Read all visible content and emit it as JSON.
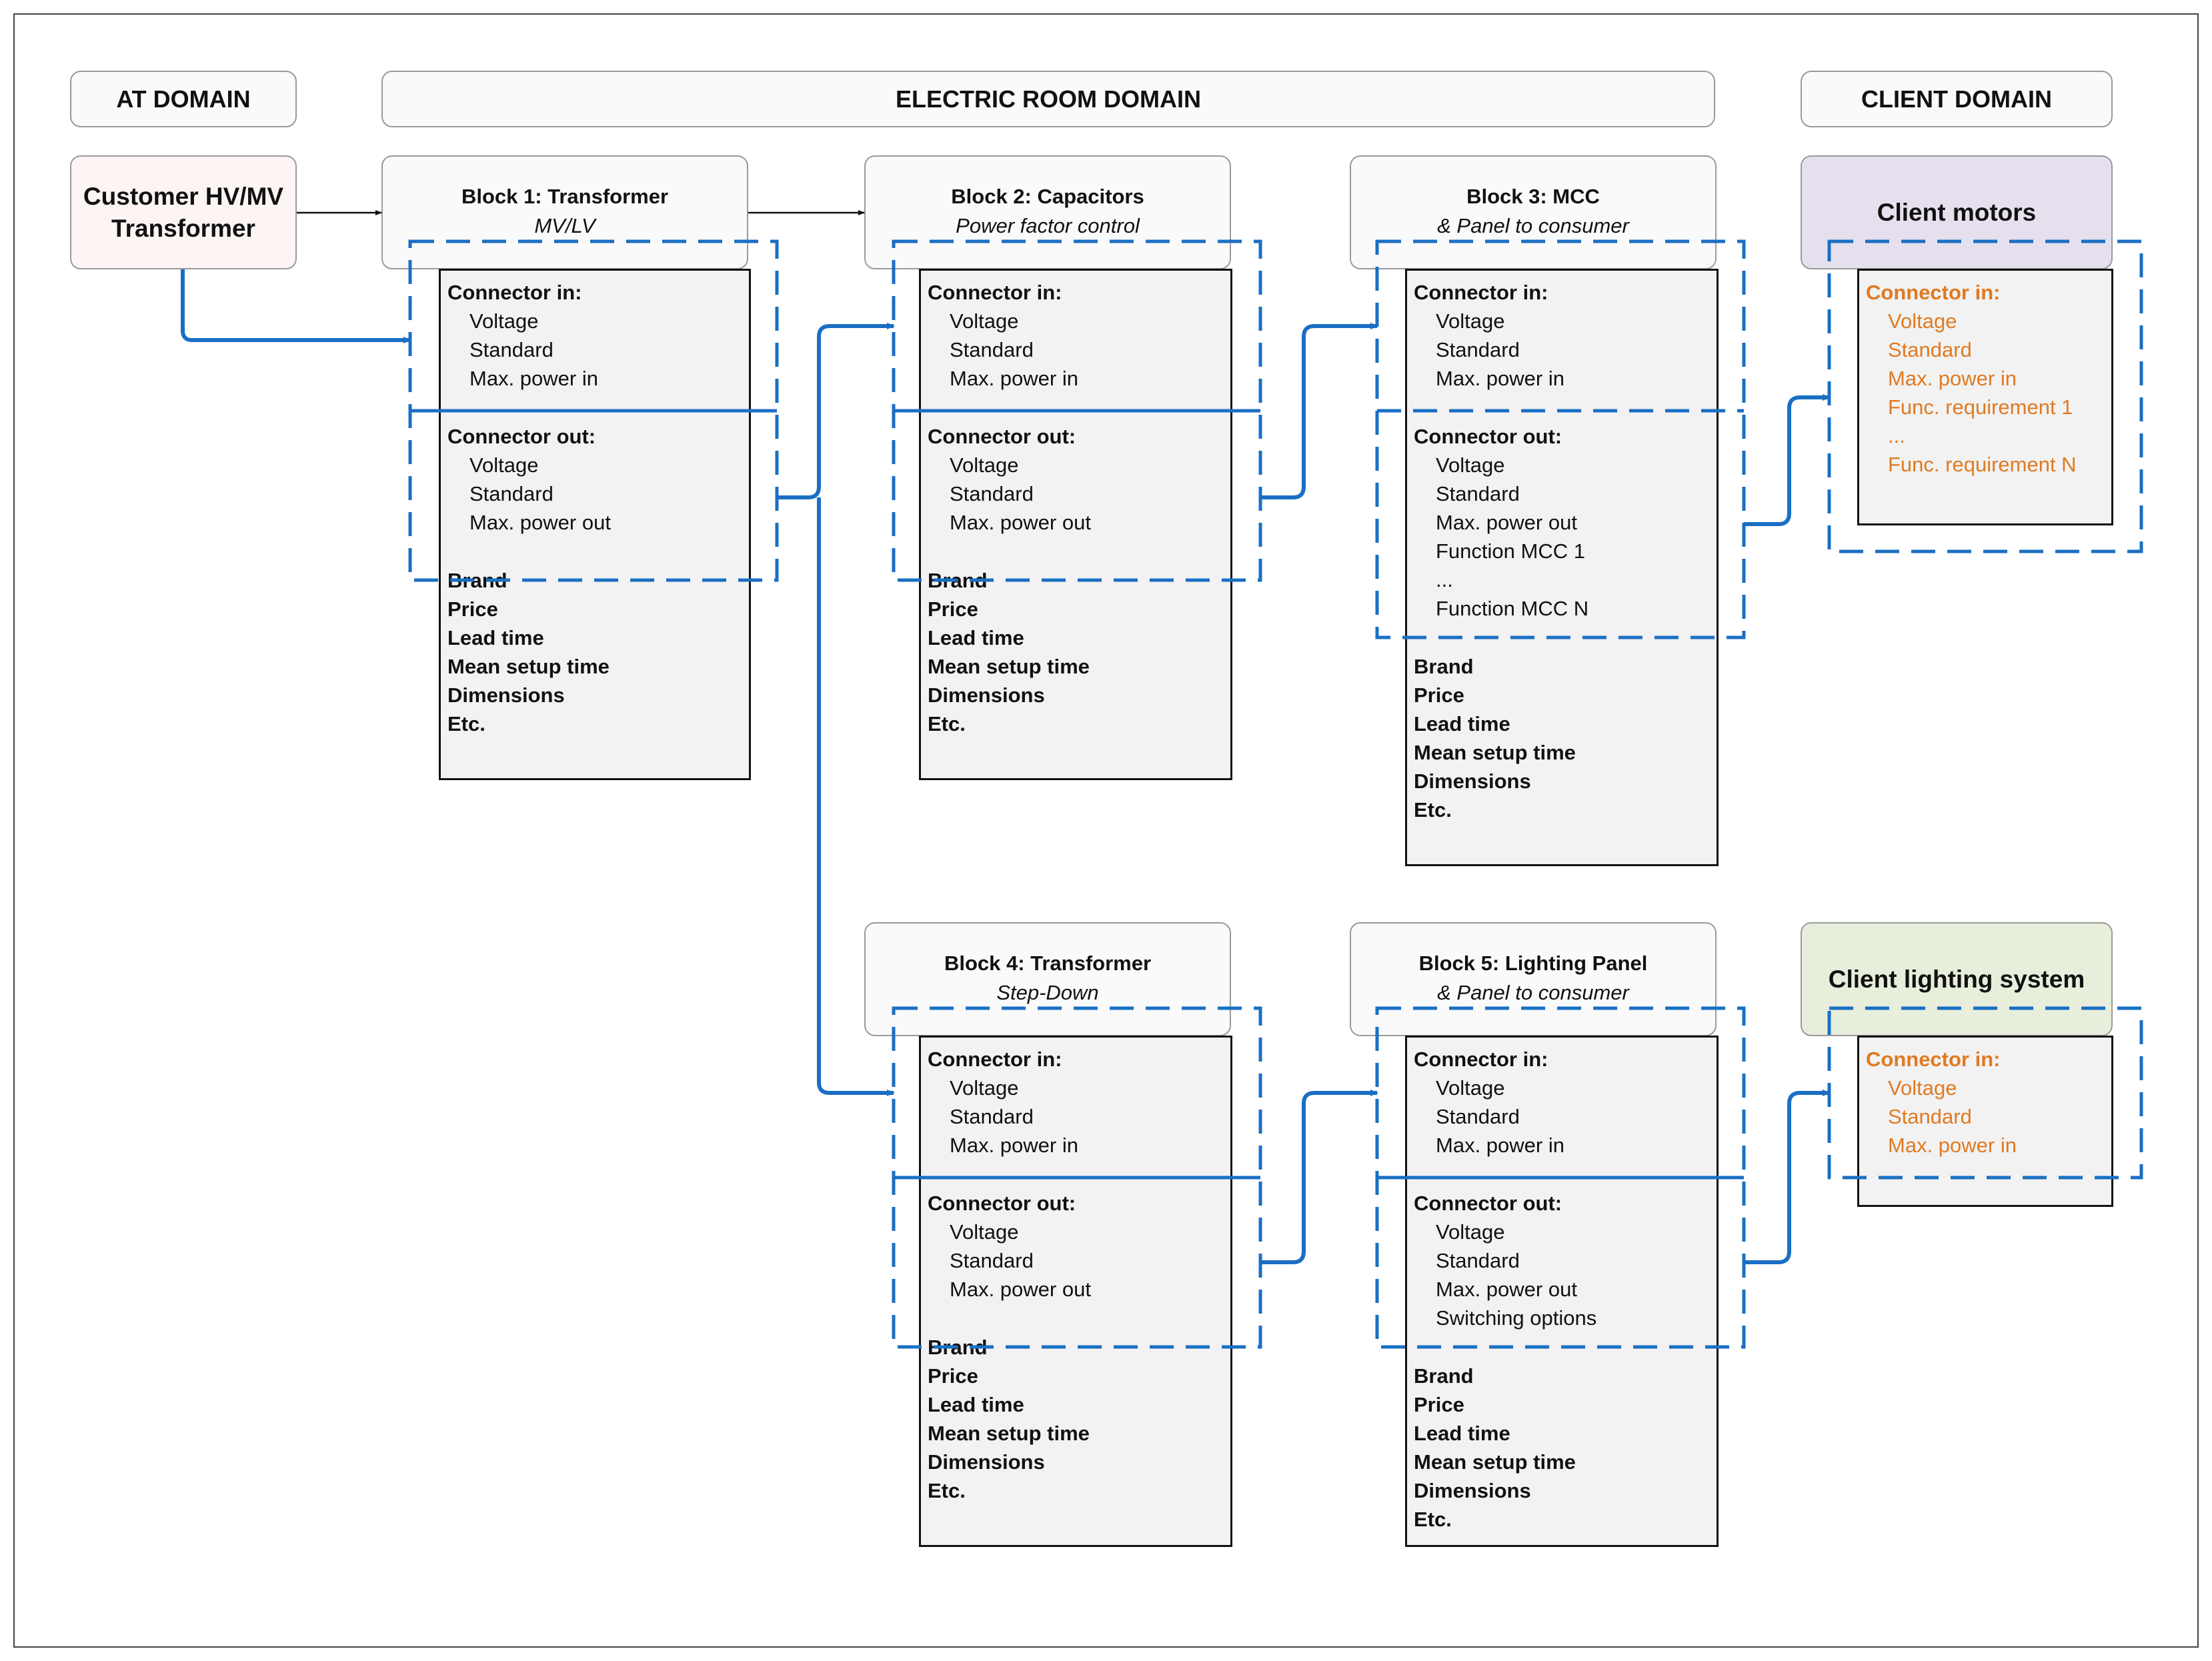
{
  "domains": {
    "at": "AT DOMAIN",
    "electric_room": "ELECTRIC ROOM DOMAIN",
    "client": "CLIENT DOMAIN"
  },
  "customer_transformer": {
    "line1": "Customer HV/MV",
    "line2": "Transformer"
  },
  "blocks": {
    "b1": {
      "title": "Block 1: Transformer",
      "subtitle": "MV/LV"
    },
    "b2": {
      "title": "Block 2: Capacitors",
      "subtitle": "Power factor control"
    },
    "b3": {
      "title": "Block 3: MCC",
      "subtitle": "& Panel to consumer"
    },
    "b4": {
      "title": "Block 4: Transformer",
      "subtitle": "Step-Down"
    },
    "b5": {
      "title": "Block 5: Lighting Panel",
      "subtitle": "& Panel to consumer"
    }
  },
  "labels": {
    "connector_in": "Connector in:",
    "connector_out": "Connector out:",
    "voltage": "Voltage",
    "standard": "Standard",
    "max_power_in": "Max. power in",
    "max_power_out": "Max. power out",
    "function_mcc_1": "Function MCC 1",
    "ellipsis": "...",
    "function_mcc_n": "Function MCC N",
    "switching_options": "Switching options",
    "brand": "Brand",
    "price": "Price",
    "lead_time": "Lead time",
    "mean_setup_time": "Mean setup time",
    "dimensions": "Dimensions",
    "etc": "Etc."
  },
  "client_motors": {
    "title": "Client motors",
    "func_req_1": "Func. requirement 1",
    "func_req_n": "Func. requirement N"
  },
  "client_lighting": {
    "title": "Client lighting system"
  },
  "colors": {
    "link_blue": "#1a6fc4",
    "client_orange": "#e07a22",
    "body_fill": "#f2f2f2"
  }
}
